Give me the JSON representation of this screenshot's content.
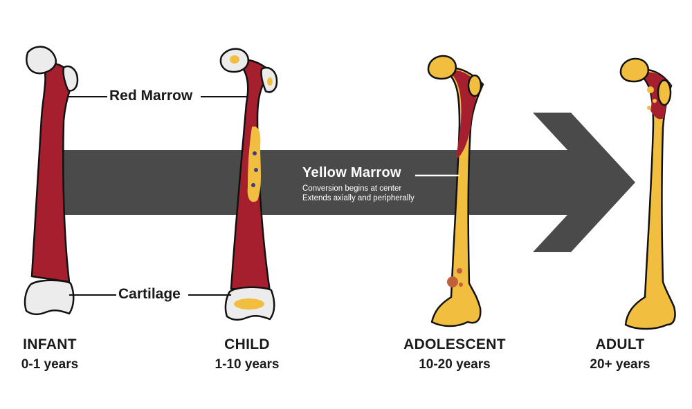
{
  "colors": {
    "red_marrow": "#a51f2e",
    "yellow_marrow": "#f2be3f",
    "cartilage": "#ececec",
    "arrow": "#4a4a4a",
    "outline": "#111111"
  },
  "callouts": {
    "red_marrow": "Red Marrow",
    "cartilage": "Cartilage",
    "yellow_marrow": "Yellow Marrow",
    "yellow_marrow_notes": [
      "Conversion begins at center",
      "Extends axially and peripherally"
    ]
  },
  "stages": [
    {
      "name": "INFANT",
      "age": "0-1 years"
    },
    {
      "name": "CHILD",
      "age": "1-10 years"
    },
    {
      "name": "ADOLESCENT",
      "age": "10-20 years"
    },
    {
      "name": "ADULT",
      "age": "20+ years"
    }
  ]
}
